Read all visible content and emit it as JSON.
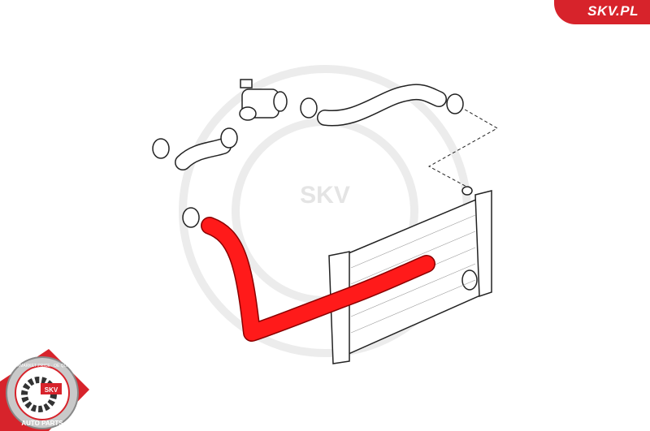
{
  "brand": {
    "site_label": "SKV.PL",
    "accent_color": "#d7232b"
  },
  "watermark": {
    "text": "SKV"
  },
  "badge": {
    "top_text": "AFTERMARKET PRICE · OE QUALITY",
    "center_text": "SKV",
    "bottom_text": "AUTO PARTS"
  },
  "diagram": {
    "highlight_color": "#ff1a1a"
  }
}
